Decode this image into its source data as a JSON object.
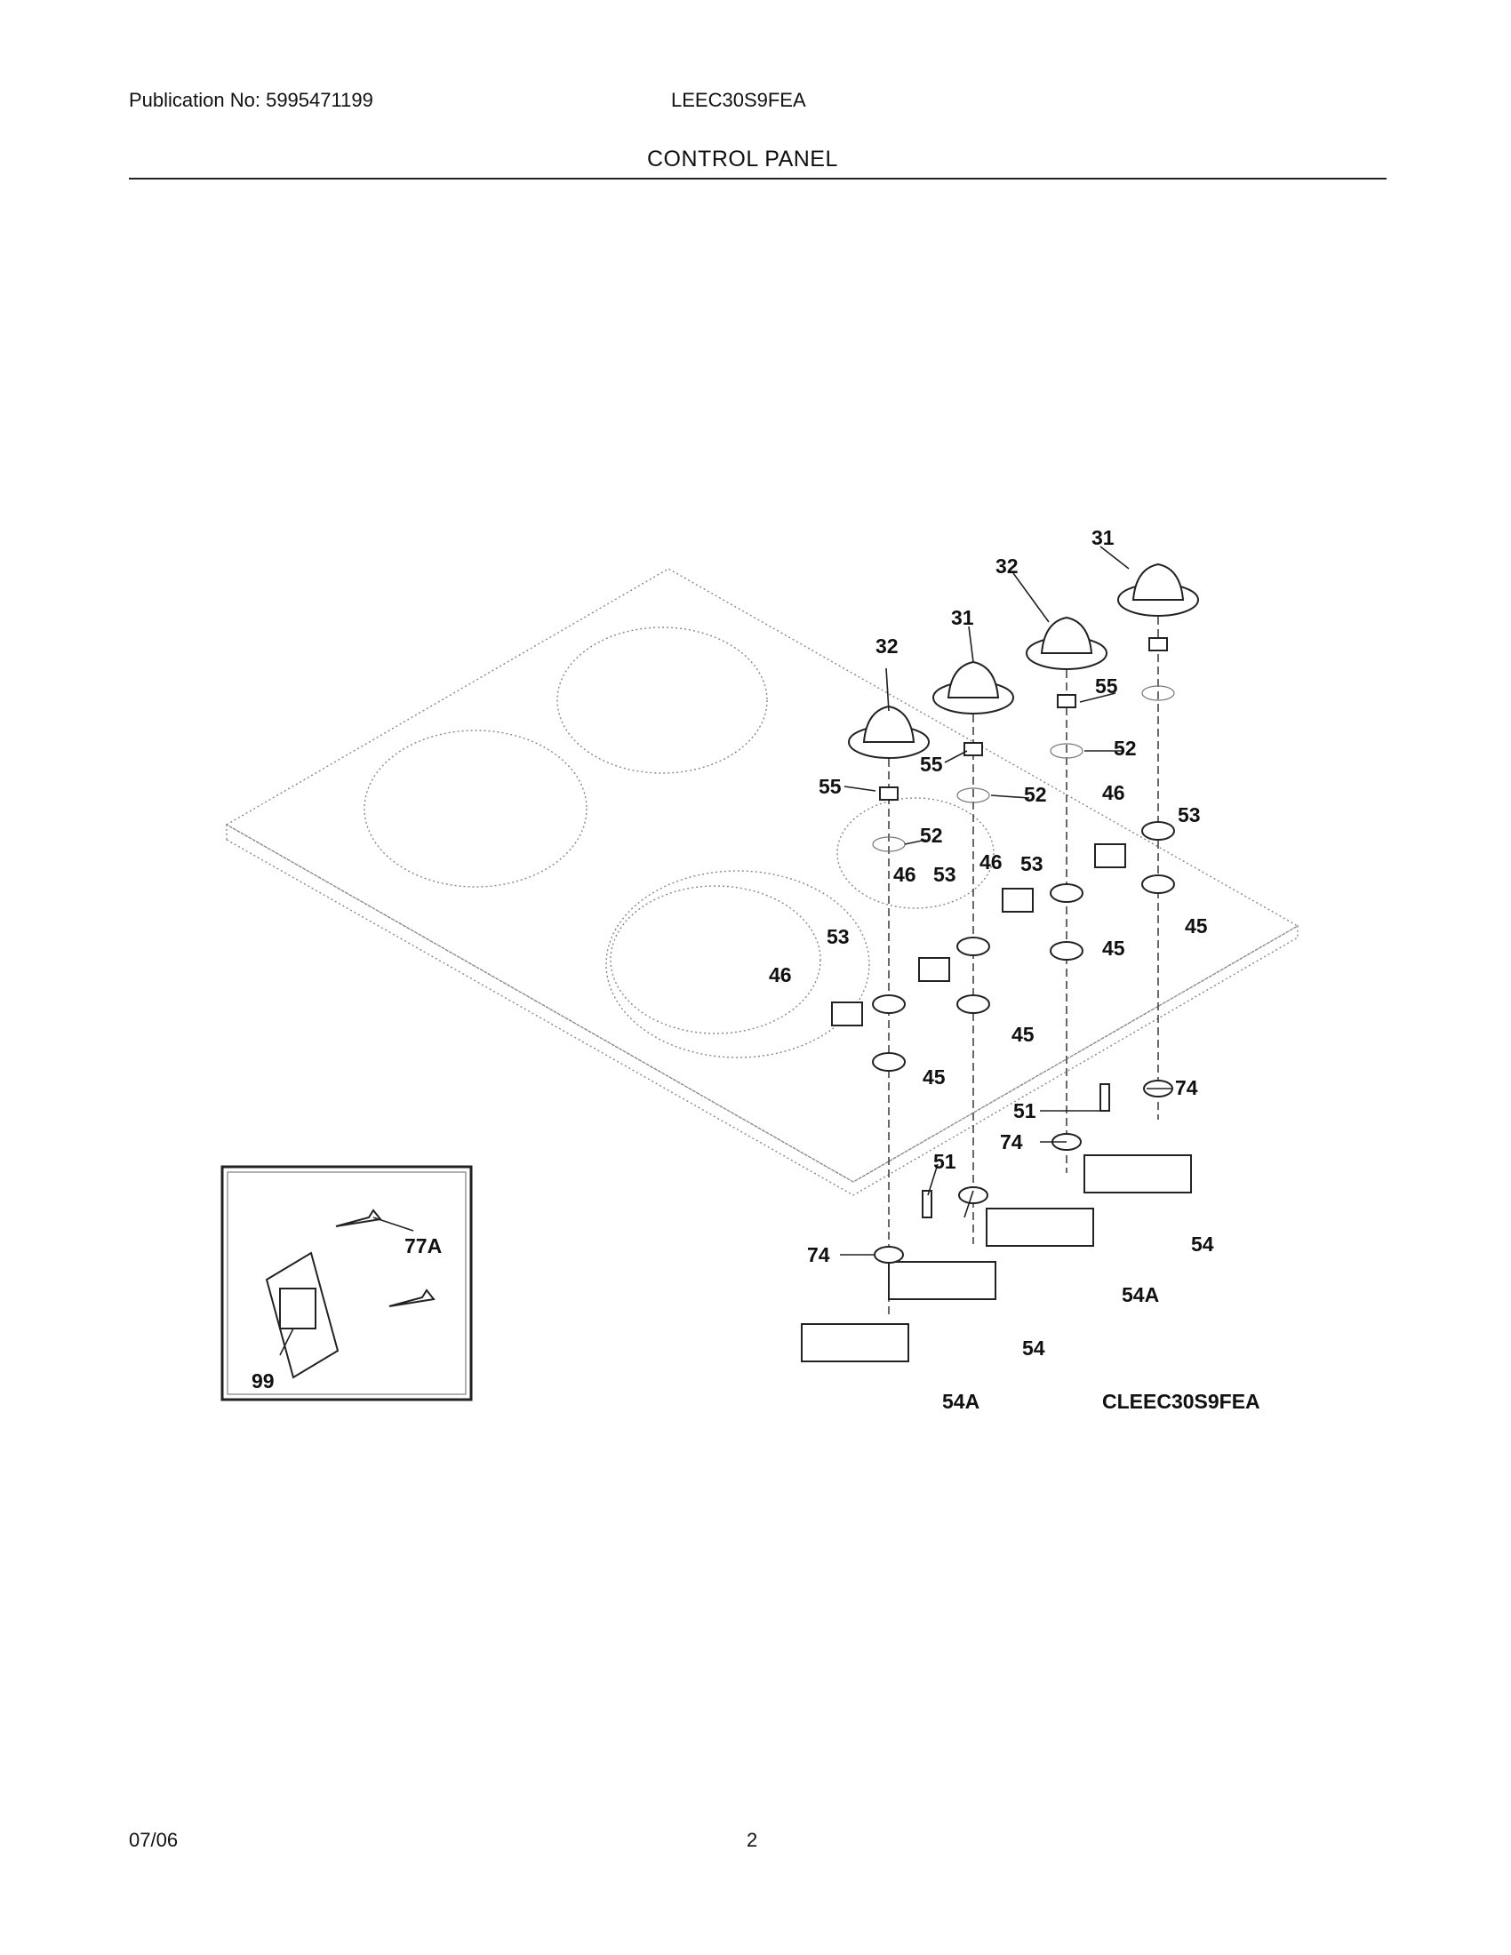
{
  "header": {
    "publication": "Publication No: 5995471199",
    "model": "LEEC30S9FEA",
    "section": "CONTROL PANEL"
  },
  "footer": {
    "date": "07/06",
    "page": "2"
  },
  "diagram": {
    "code": "CLEEC30S9FEA",
    "callouts": {
      "c31a": "31",
      "c31b": "31",
      "c32a": "32",
      "c32b": "32",
      "c55a": "55",
      "c55b": "55",
      "c55c": "55",
      "c52a": "52",
      "c52b": "52",
      "c52c": "52",
      "c46a": "46",
      "c46b": "46",
      "c46c": "46",
      "c46d": "46",
      "c53a": "53",
      "c53b": "53",
      "c53c": "53",
      "c53d": "53",
      "c45a": "45",
      "c45b": "45",
      "c45c": "45",
      "c45d": "45",
      "c74a": "74",
      "c74b": "74",
      "c74c": "74",
      "c51a": "51",
      "c51b": "51",
      "c54a": "54",
      "c54b": "54",
      "c54Aa": "54A",
      "c54Ab": "54A",
      "c77A": "77A",
      "c99": "99"
    }
  }
}
